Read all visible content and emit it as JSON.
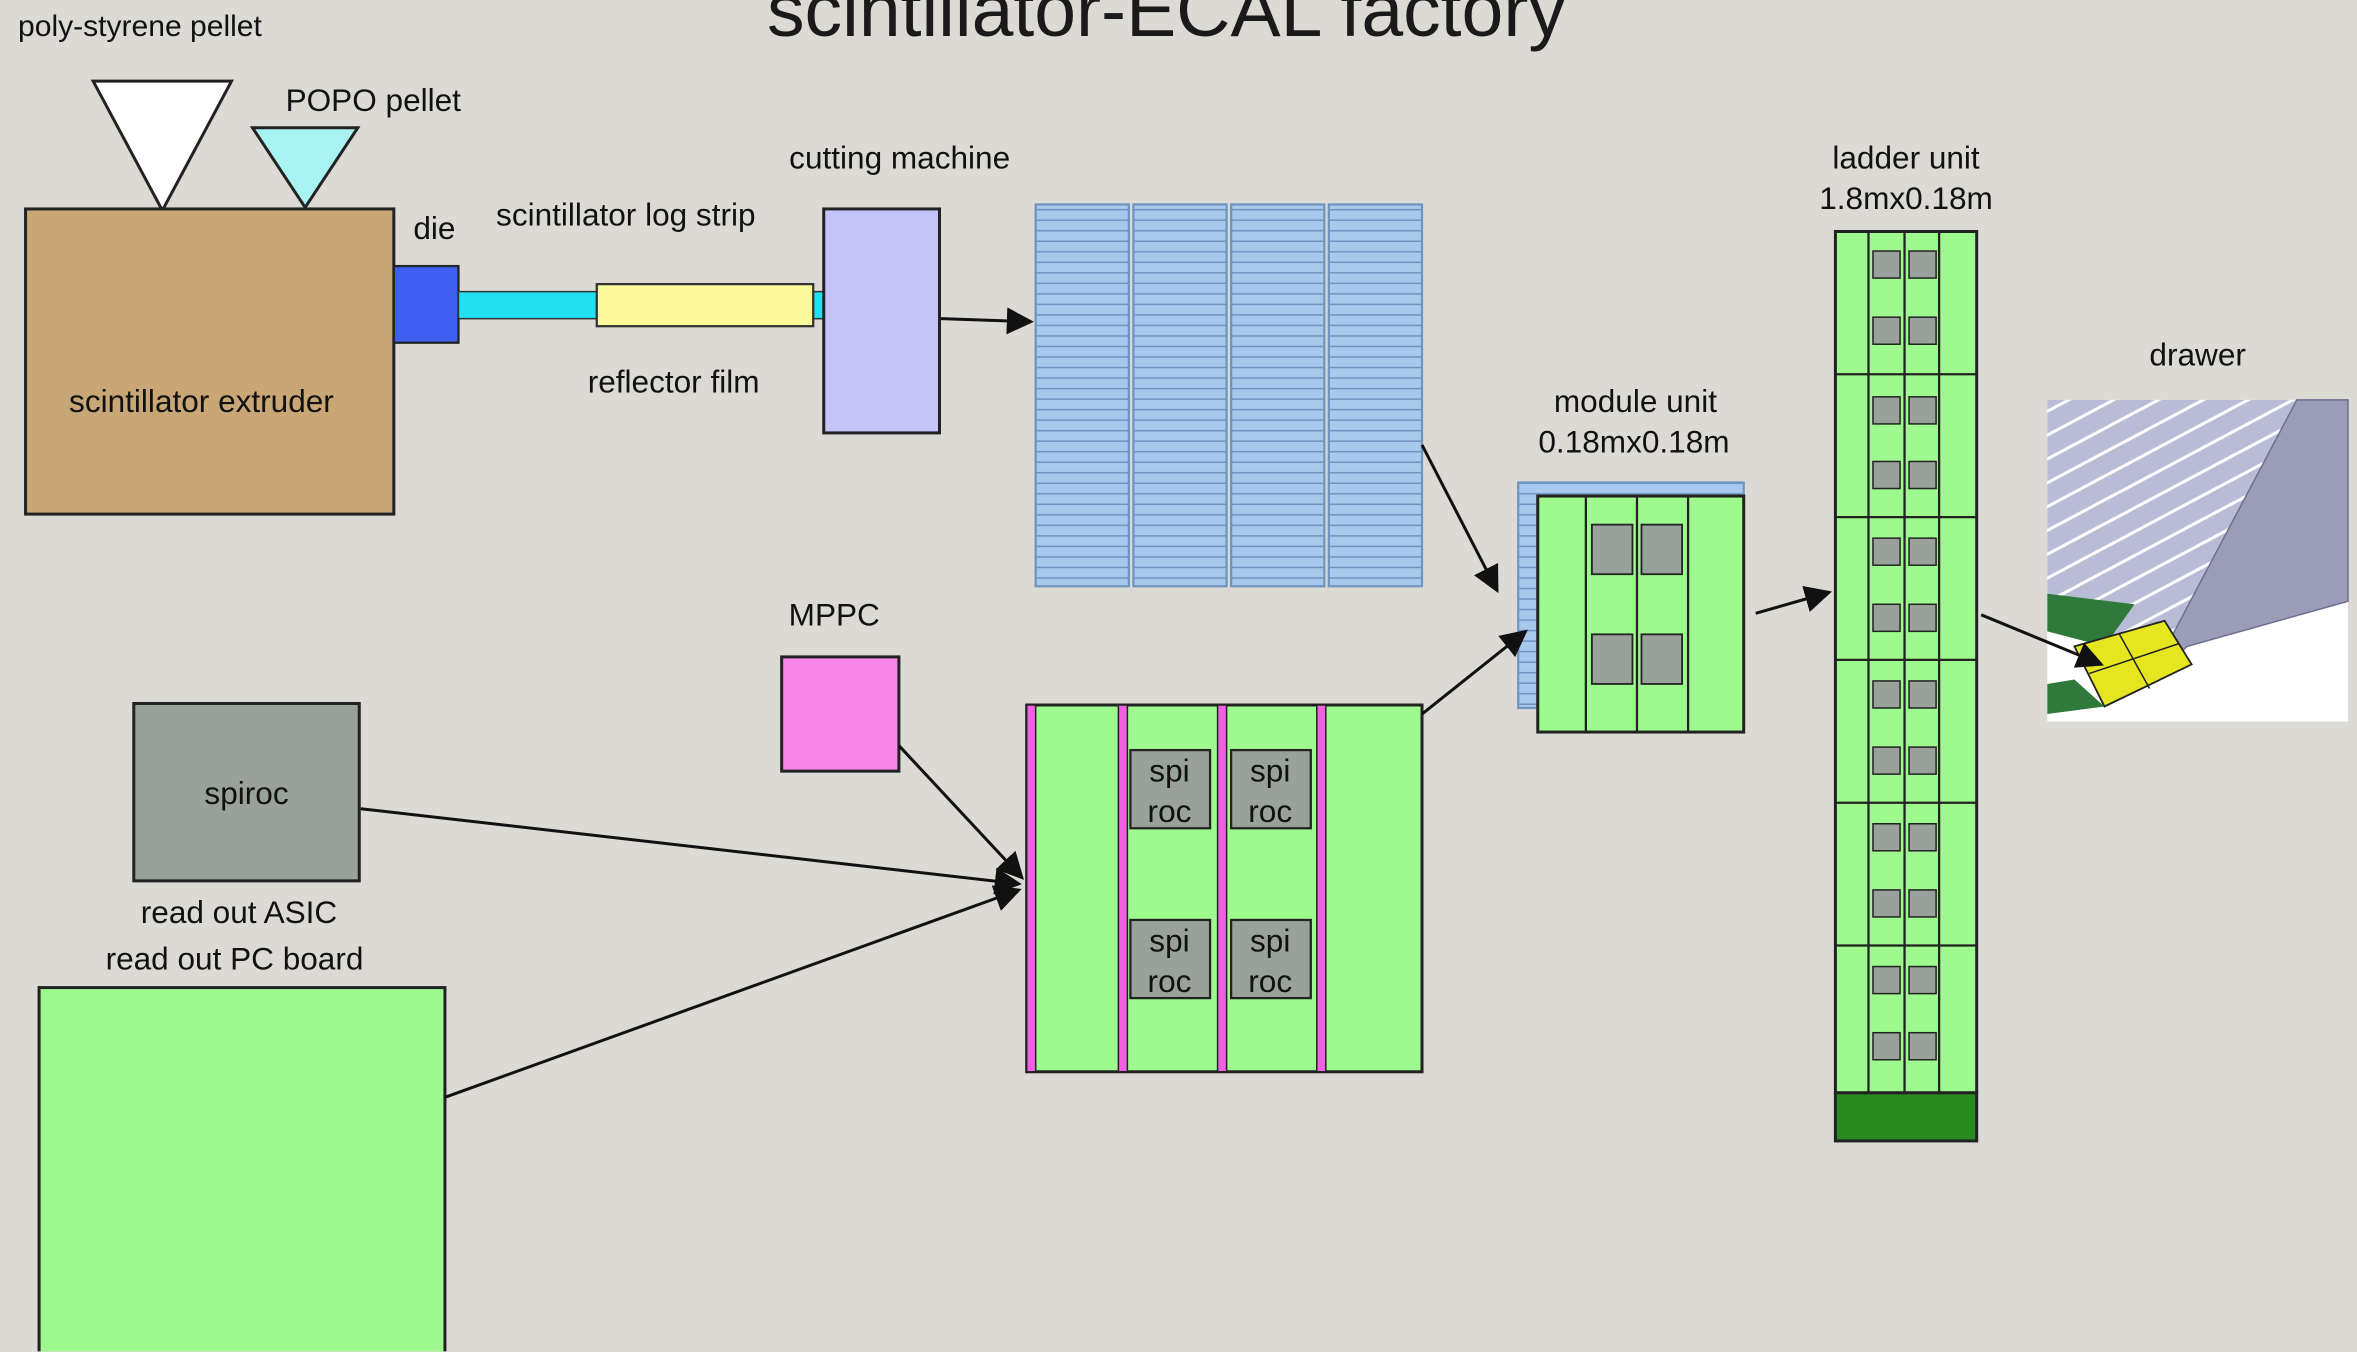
{
  "title": "scintillator-ECAL factory",
  "labels": {
    "polystyrene": "poly-styrene pellet",
    "popo": "POPO pellet",
    "die": "die",
    "log_strip": "scintillator log strip",
    "cutting": "cutting machine",
    "extruder": "scintillator extruder",
    "reflector": "reflector film",
    "mppc": "MPPC",
    "spiroc": "spiroc",
    "asic": "read out ASIC",
    "pcboard": "read out PC board",
    "spi": "spi",
    "roc": "roc",
    "module_1": "module  unit",
    "module_2": "0.18mx0.18m",
    "ladder_1": "ladder unit",
    "ladder_2": "1.8mx0.18m",
    "drawer": "drawer"
  },
  "colors": {
    "background": "#dcdad4",
    "extruder": "#c8a676",
    "die": "#3f5ff0",
    "strip": "#22e0f0",
    "reflector": "#fafa9a",
    "cutter": "#c4c4fa",
    "scint_blue": "#a8c8ec",
    "mppc": "#f886e6",
    "chip_gray": "#98a29a",
    "board_green": "#9ef98e",
    "ladder_base": "#2a8a22",
    "pink_stripe": "#f060e0"
  }
}
